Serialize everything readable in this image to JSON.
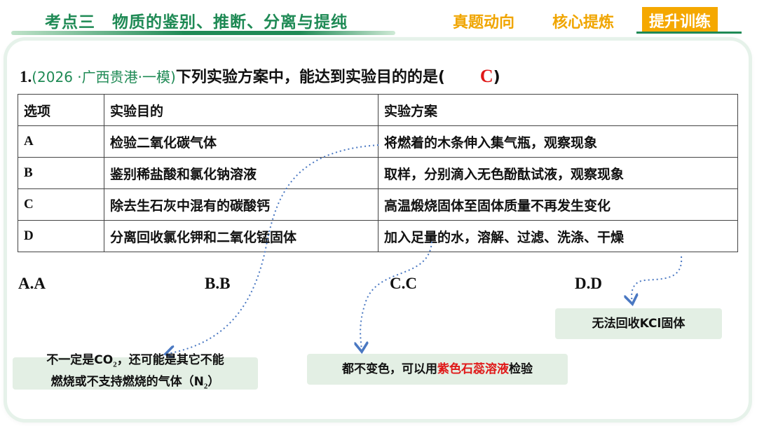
{
  "header": {
    "title": "考点三　物质的鉴别、推断、分离与提纯",
    "tabs": [
      {
        "label": "真题动向",
        "active": false
      },
      {
        "label": "核心提炼",
        "active": false
      },
      {
        "label": "提升训练",
        "active": true
      }
    ]
  },
  "question": {
    "number": "1.",
    "source": "(2026 ·广西贵港·一模)",
    "stem": "下列实验方案中，能达到实验目的的是(",
    "answer": "C",
    "close": ")"
  },
  "table": {
    "headers": [
      "选项",
      "实验目的",
      "实验方案"
    ],
    "rows": [
      {
        "option": "A",
        "goal": "检验二氧化碳气体",
        "plan": "将燃着的木条伸入集气瓶，观察现象"
      },
      {
        "option": "B",
        "goal": "鉴别稀盐酸和氯化钠溶液",
        "plan": "取样，分别滴入无色酚酞试液，观察现象"
      },
      {
        "option": "C",
        "goal": "除去生石灰中混有的碳酸钙",
        "plan": "高温煅烧固体至固体质量不再发生变化"
      },
      {
        "option": "D",
        "goal": "分离回收氯化钾和二氧化锰固体",
        "plan": "加入足量的水，溶解、过滤、洗涤、干燥"
      }
    ]
  },
  "choices": [
    "A.A",
    "B.B",
    "C.C",
    "D.D"
  ],
  "notes": {
    "a": {
      "line1_pre": "不一定是CO",
      "line1_sub": "2",
      "line1_post": "，还可能是其它不能",
      "line2_pre": "燃烧或不支持燃烧的气体（N",
      "line2_sub": "2",
      "line2_post": "）"
    },
    "c": {
      "pre": "都不变色，可以用",
      "highlight": "紫色石蕊溶液",
      "post": "检验"
    },
    "d": {
      "text": "无法回收KCl固体"
    }
  },
  "colors": {
    "brand": "#1f8a55",
    "tab": "#f0a500",
    "answer": "#e01818",
    "note_bg": "#e3efe4",
    "arrow": "#4a78c2"
  }
}
